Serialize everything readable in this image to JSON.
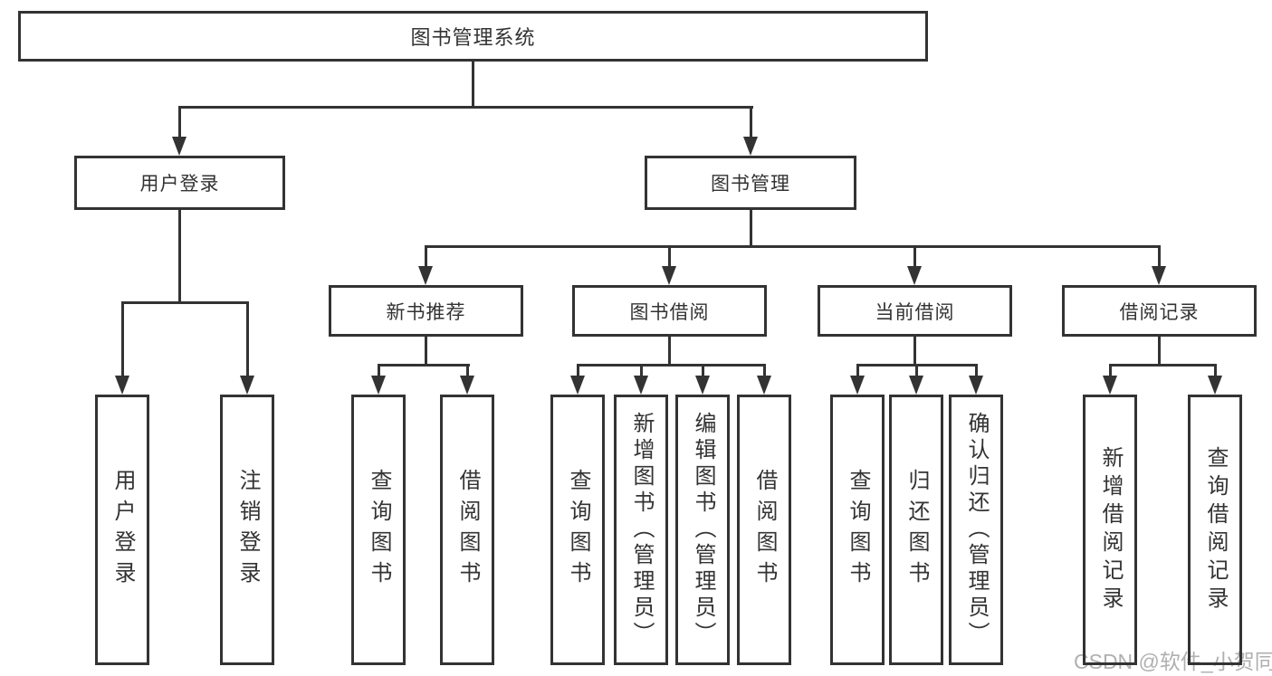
{
  "nodes": {
    "root": "图书管理系统",
    "user_login": "用户登录",
    "book_management": "图书管理",
    "new_book_recommendation": "新书推荐",
    "book_borrowing": "图书借阅",
    "current_borrowing": "当前借阅",
    "borrowing_records": "借阅记录",
    "leaf_user_login": "用户登录",
    "leaf_logout_login": "注销登录",
    "nbr_query_books": "查询图书",
    "nbr_borrow_books": "借阅图书",
    "bb_query_books": "查询图书",
    "bb_add_books_admin": "新增图书（管理员）",
    "bb_edit_books_admin": "编辑图书（管理员）",
    "bb_borrow_books": "借阅图书",
    "cb_query_books": "查询图书",
    "cb_return_books": "归还图书",
    "cb_confirm_return_admin": "确认归还（管理员）",
    "br_add_borrow_record": "新增借阅记录",
    "br_query_borrow_record": "查询借阅记录"
  },
  "watermark": "CSDN @软件_小贺同学",
  "colors": {
    "line": "#333333",
    "box_border": "#333333",
    "box_fill": "#ffffff",
    "text": "#333333",
    "watermark": "#b0b0b0",
    "background": "#ffffff"
  }
}
